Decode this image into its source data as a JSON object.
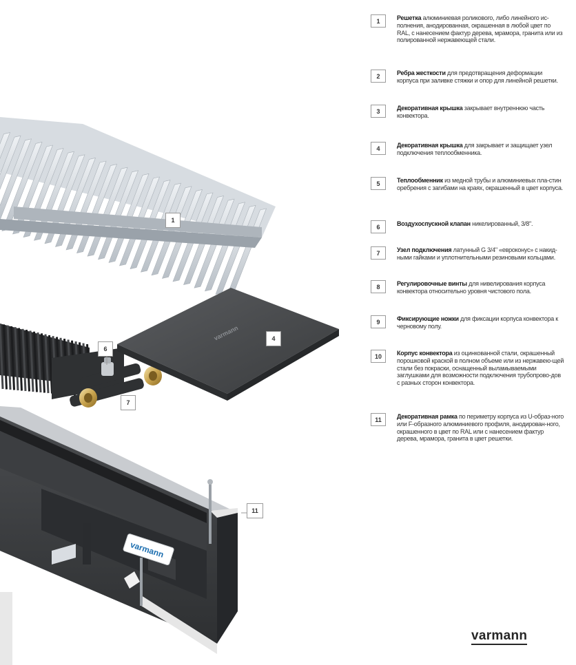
{
  "callouts": {
    "c1": "1",
    "c4": "4",
    "c6": "6",
    "c7": "7",
    "c11": "11"
  },
  "legend": [
    {
      "num": "1",
      "title": "Решетка",
      "text": " алюминиевая роликового, либо линейного ис-полнения, анодированная, окрашенная в любой цвет по RAL, с нанесением фактур дерева, мрамора, гранита или из полированной нержавеющей стали."
    },
    {
      "num": "2",
      "title": "Ребра жесткости",
      "text": " для предотвращения деформации корпуса при заливке стяжки и опор для линейной решетки."
    },
    {
      "num": "3",
      "title": "Декоративная крышка",
      "text": " закрывает внутреннюю часть конвектора."
    },
    {
      "num": "4",
      "title": "Декоративная крышка",
      "text": " для закрывает и защищает узел подключения теплообменника."
    },
    {
      "num": "5",
      "title": "Теплообменник",
      "text": " из медной трубы и алюминиевых пла-стин оребрения с загибами на краях, окрашенный в цвет корпуса."
    },
    {
      "num": "6",
      "title": "Воздухоспускной клапан",
      "text": " никелированный, 3/8\"."
    },
    {
      "num": "7",
      "title": "Узел подключения",
      "text": " латунный G 3/4\" «евроконус» с накид-ными гайками и уплотнительными резиновыми кольцами."
    },
    {
      "num": "8",
      "title": "Регулировочные винты",
      "text": " для нивелирования корпуса конвектора относительно уровня чистового пола."
    },
    {
      "num": "9",
      "title": "Фиксирующие ножки",
      "text": " для фиксации корпуса конвектора к черновому полу."
    },
    {
      "num": "10",
      "title": "Корпус конвектора",
      "text": " из оцинкованной стали, окрашенный порошковой краской в полном объеме или из нержавею-щей стали без покраски, оснащенный выламываемыми заглушками для возможности подключения трубопрово-дов с разных сторон конвектора."
    },
    {
      "num": "11",
      "title": "Декоративная рамка",
      "text": " по периметру корпуса из U-образ-ного или F-образного алюминиевого профиля, анодирован-ного, окрашенного в цвет по RAL или с нанесением фактур дерева, мрамора, гранита в цвет решетки."
    }
  ],
  "product_labels": {
    "cover_engraving": "varmann",
    "box_sticker": "varmann"
  },
  "brand": {
    "logo_text": "varmann"
  },
  "colors": {
    "dark_metal": "#3e4042",
    "grille_aluminium": "#c9cfd5",
    "frame_highlight": "#e6e6e6",
    "brand_blue": "#1d6fb0"
  }
}
